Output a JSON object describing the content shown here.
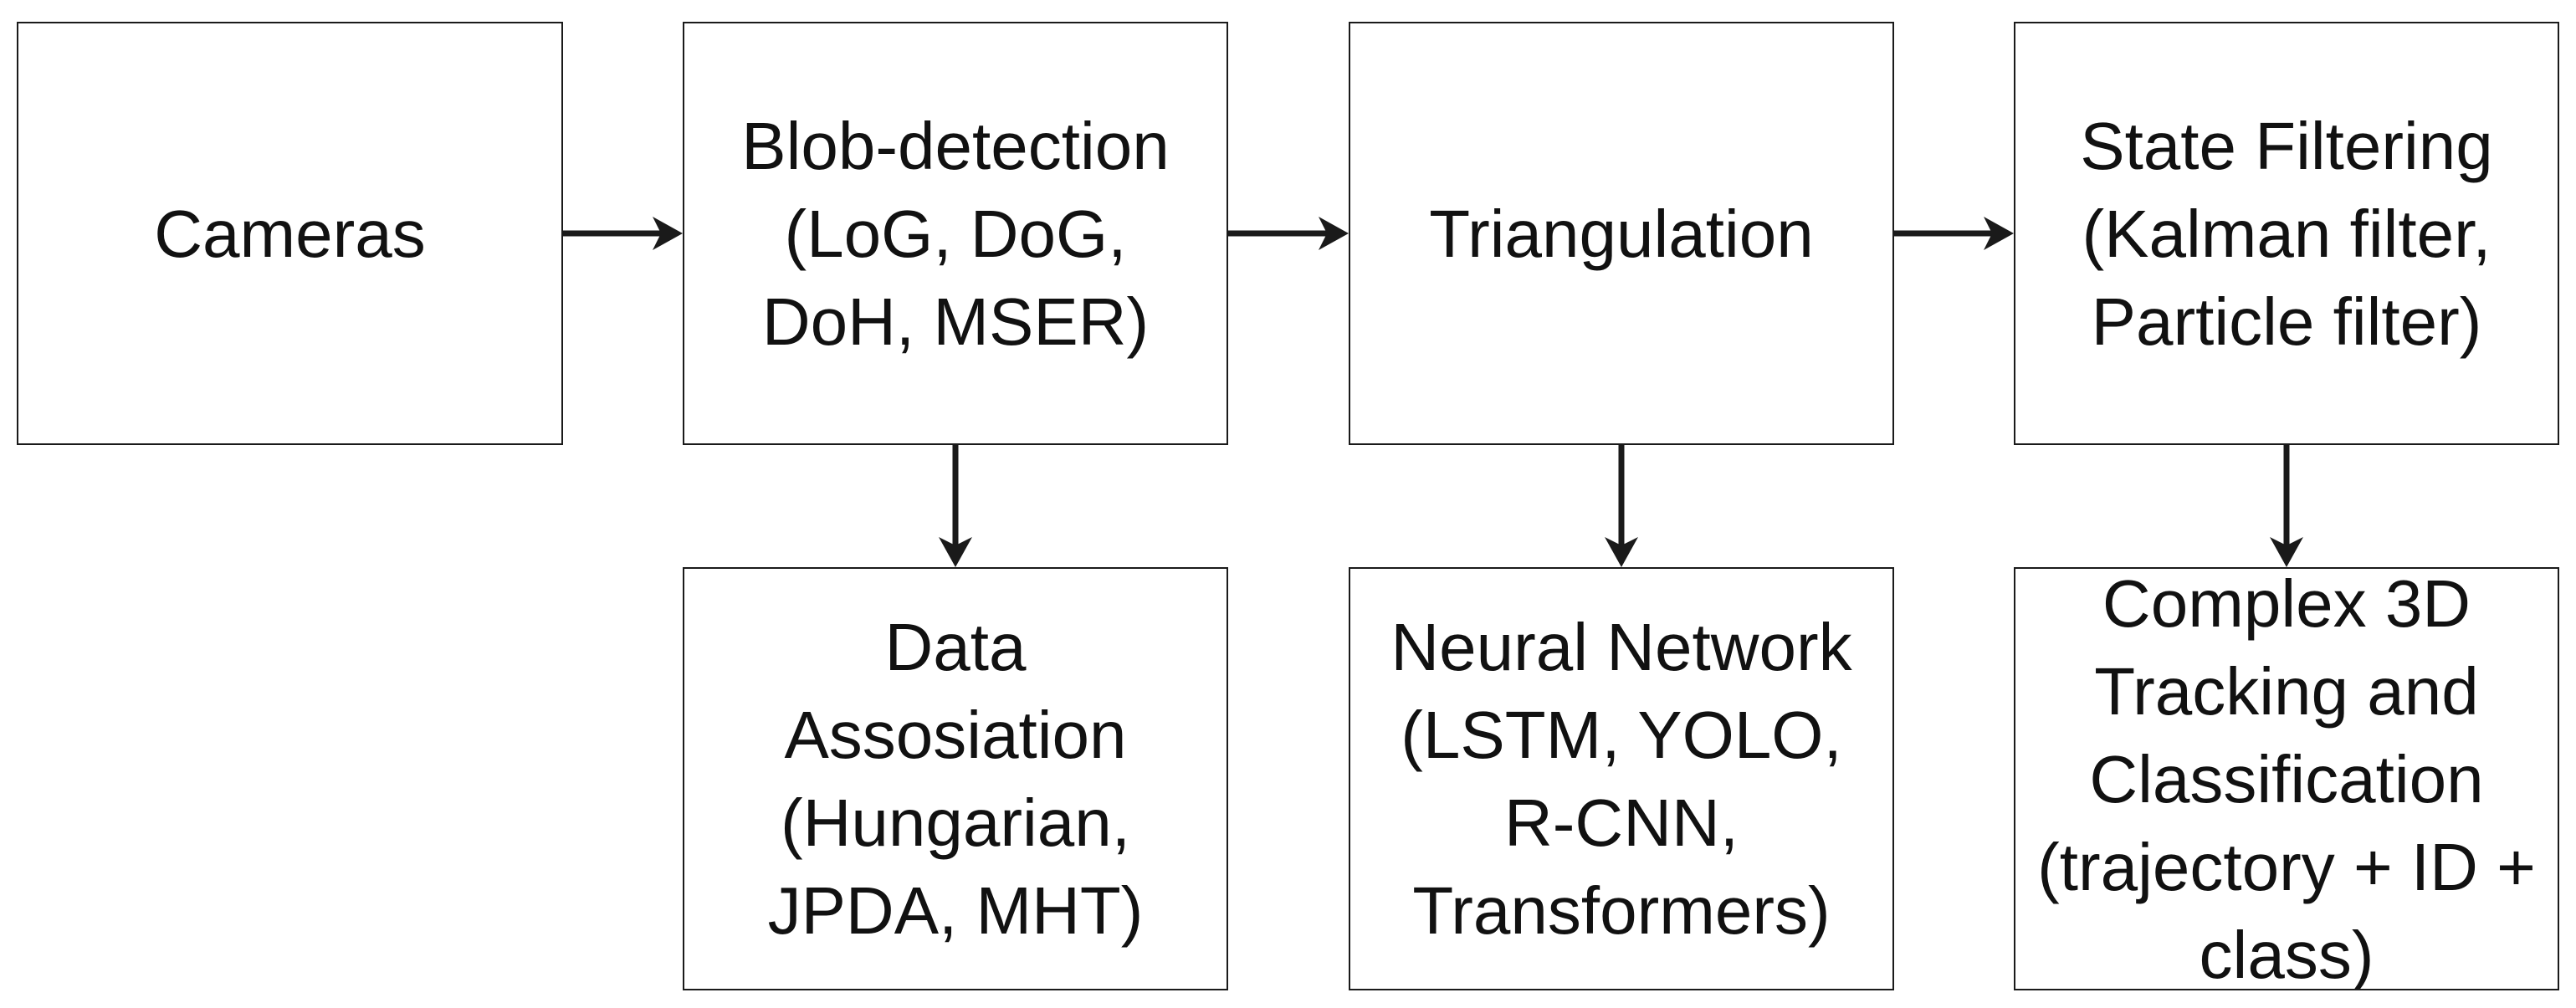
{
  "diagram": {
    "nodes": {
      "cameras": {
        "lines": [
          "Cameras"
        ]
      },
      "blob_detection": {
        "lines": [
          "Blob-detection",
          "(LoG, DoG,",
          "DoH, MSER)"
        ]
      },
      "triangulation": {
        "lines": [
          "Triangulation"
        ]
      },
      "state_filtering": {
        "lines": [
          "State Filtering",
          "(Kalman filter,",
          "Particle filter)"
        ]
      },
      "data_association": {
        "lines": [
          "Data",
          "Assosiation",
          "(Hungarian,",
          "JPDA, MHT)"
        ]
      },
      "neural_network": {
        "lines": [
          "Neural Network",
          "(LSTM, YOLO,",
          "R-CNN,",
          "Transformers)"
        ]
      },
      "complex_tracking": {
        "lines": [
          "Complex 3D",
          "Tracking and",
          "Classification",
          "(trajectory + ID +",
          "class)"
        ]
      }
    },
    "edges": [
      {
        "from": "cameras",
        "to": "blob_detection"
      },
      {
        "from": "blob_detection",
        "to": "triangulation"
      },
      {
        "from": "triangulation",
        "to": "state_filtering"
      },
      {
        "from": "blob_detection",
        "to": "data_association"
      },
      {
        "from": "triangulation",
        "to": "neural_network"
      },
      {
        "from": "state_filtering",
        "to": "complex_tracking"
      }
    ],
    "colors": {
      "stroke": "#1a1a1a",
      "background": "#ffffff",
      "text": "#111111"
    }
  }
}
